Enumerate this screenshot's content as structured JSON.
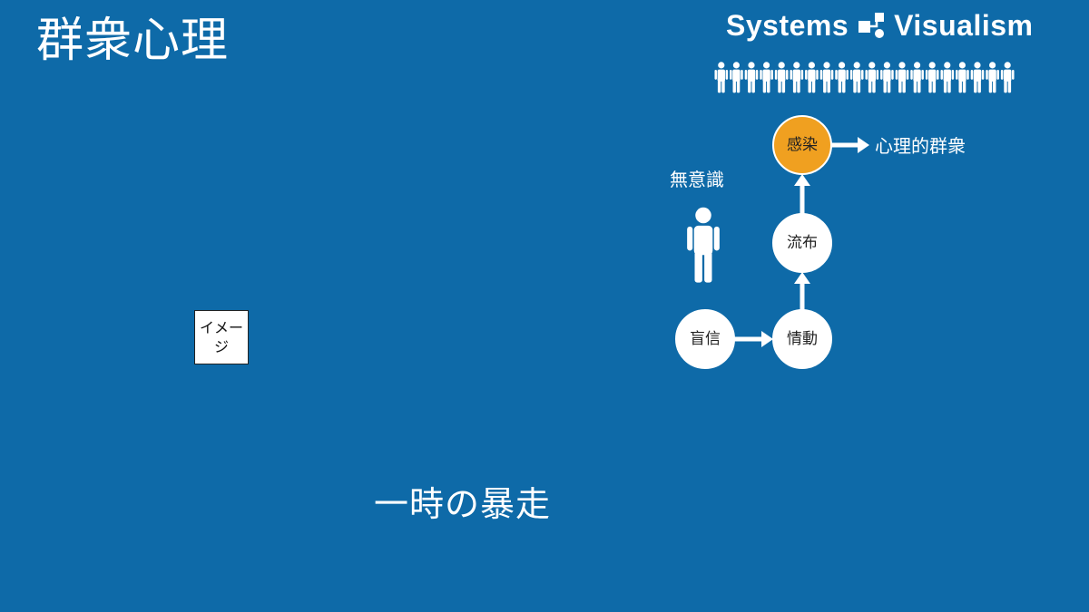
{
  "title": "群衆心理",
  "logo": {
    "left": "Systems",
    "right": "Visualism",
    "mark_icon": "systems-visualism-logo-icon"
  },
  "crowd": {
    "count": 20,
    "icon": "person-icon"
  },
  "diagram": {
    "nodes": [
      {
        "id": "moushin",
        "label": "盲信",
        "highlight": false
      },
      {
        "id": "joudou",
        "label": "情動",
        "highlight": false
      },
      {
        "id": "rufu",
        "label": "流布",
        "highlight": false
      },
      {
        "id": "kansen",
        "label": "感染",
        "highlight": true
      }
    ],
    "output_label": "心理的群衆",
    "unconscious_label": "無意識",
    "person_icon": "person-icon",
    "colors": {
      "node": "#ffffff",
      "highlight": "#f0a020",
      "arrow": "#ffffff"
    }
  },
  "image_placeholder": "イメージ",
  "subtitle": "一時の暴走"
}
